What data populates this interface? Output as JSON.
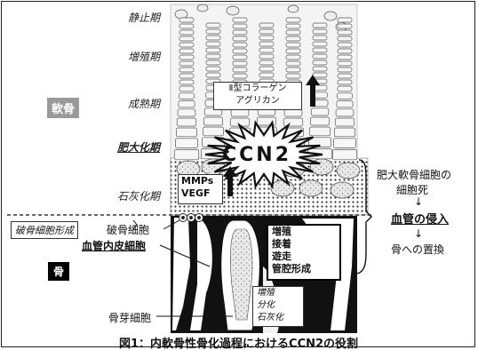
{
  "stages": {
    "resting": "静止期",
    "proliferative": "増殖期",
    "maturation": "成熟期",
    "hypertrophic": "肥大化期",
    "calcification": "石灰化期"
  },
  "sides": {
    "cartilage": "軟骨",
    "bone": "骨"
  },
  "cells": {
    "osteoclast_formation": "破骨細胞形成",
    "osteoclast": "破骨細胞",
    "vascular_endothelial": "血管内皮細胞",
    "osteoblast": "骨芽細胞"
  },
  "boxes": {
    "collagen_line1": "Ⅱ型コラーゲン",
    "collagen_line2": "アグリカン",
    "mmps_line1": "MMPs",
    "mmps_line2": "VEGF",
    "ccn2": "CCN2",
    "endo_line1": "増殖",
    "endo_line2": "接着",
    "endo_line3": "遊走",
    "endo_line4": "管腔形成",
    "osteo_line1": "増殖",
    "osteo_line2": "分化",
    "osteo_line3": "石灰化"
  },
  "flow": {
    "line1": "肥大軟骨細胞の",
    "line2": "細胞死",
    "arrow1": "↓",
    "line3": "血管の侵入",
    "arrow2": "↓",
    "line4": "骨への置換"
  },
  "caption": "図1：内軟骨性骨化過程におけるCCN2の役割",
  "colors": {
    "cartilage_badge": "#9a9a9a",
    "bone_badge": "#000000",
    "bone_marrow": "#111111",
    "cell_fill": "#f2f2f2",
    "cell_outline": "#444444"
  }
}
